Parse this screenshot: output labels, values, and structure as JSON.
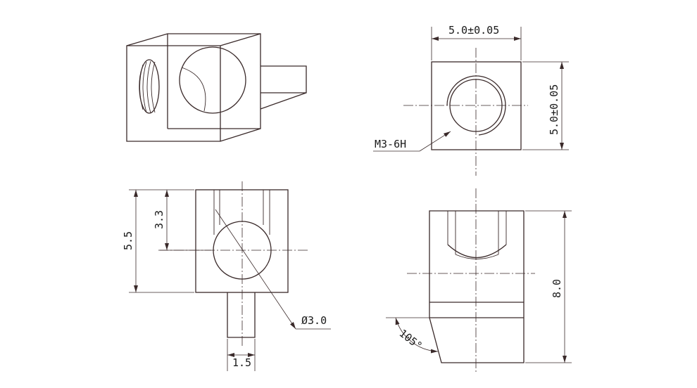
{
  "drawing": {
    "dimensions": {
      "top_width": "5.0±0.05",
      "right_height": "5.0±0.05",
      "thread": "M3-6H",
      "total_height": "5.5",
      "hole_height": "3.3",
      "hole_dia": "Ø3.0",
      "tab_width": "1.5",
      "side_height": "8.0",
      "angle": "105°"
    },
    "colors": {
      "line": "#3a2a2a",
      "text": "#1a1a1a",
      "background": "#ffffff"
    }
  }
}
